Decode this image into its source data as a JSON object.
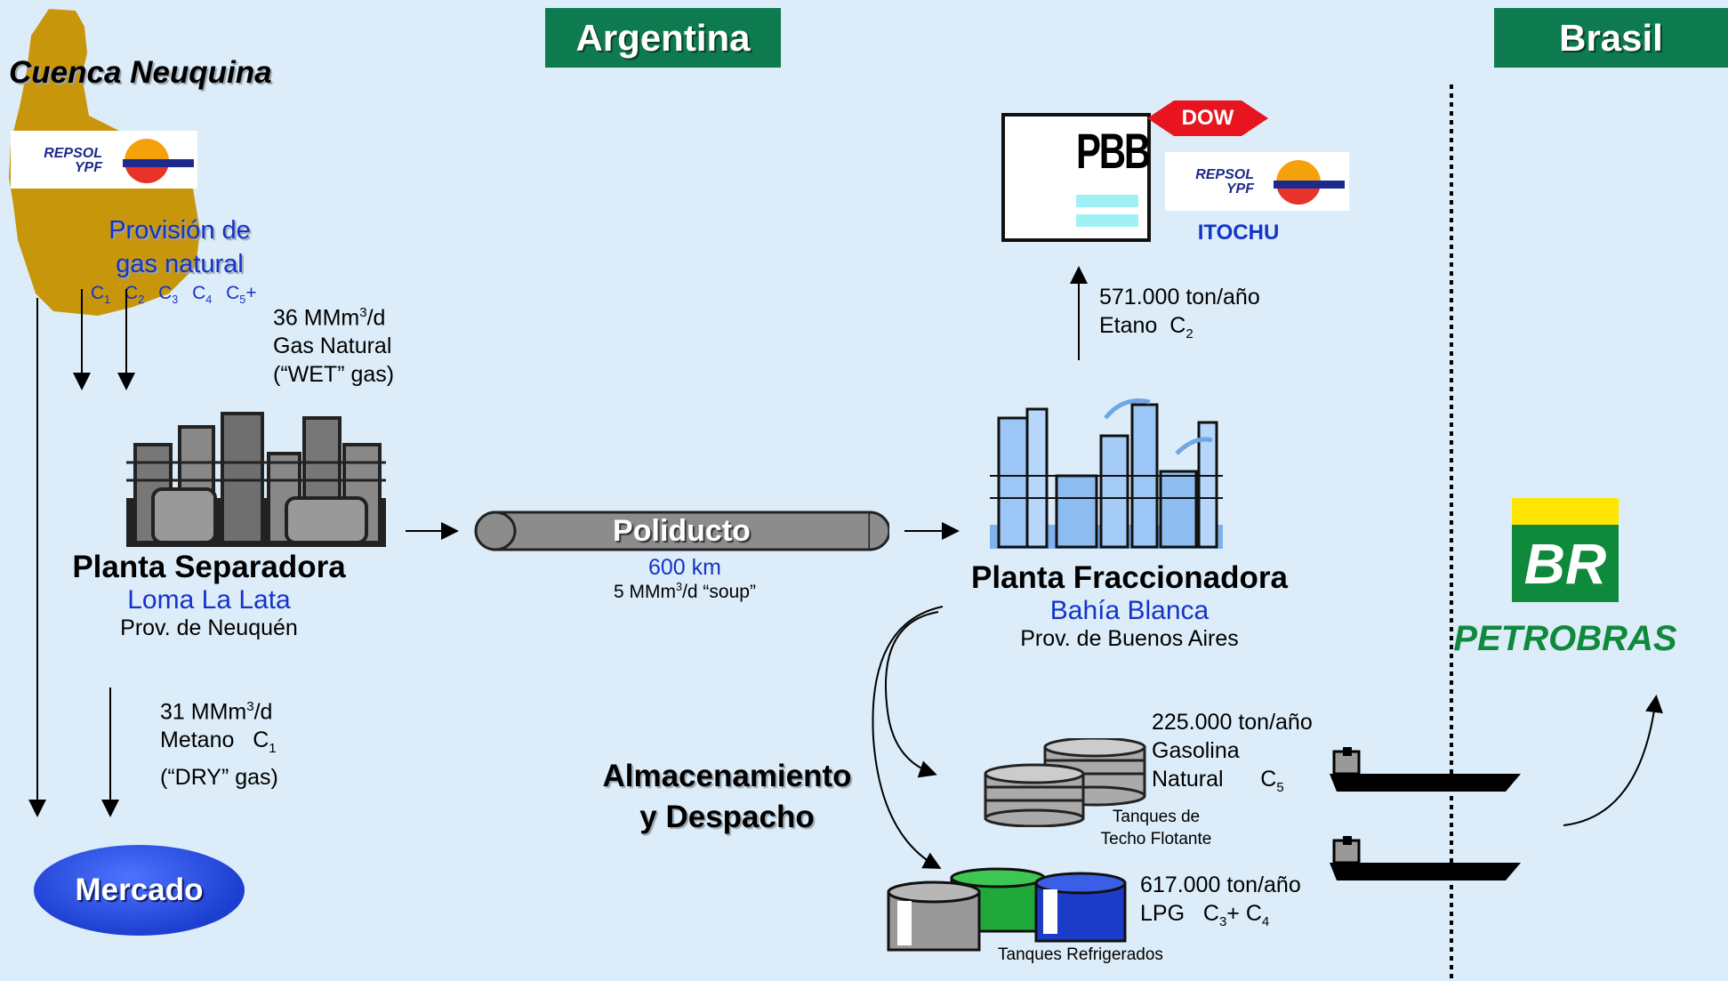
{
  "banners": {
    "argentina": "Argentina",
    "brasil": "Brasil"
  },
  "cuenca": {
    "title": "Cuenca Neuquina",
    "repsol_logo": "REPSOL YPF",
    "provision": [
      "Provisión de",
      "gas natural"
    ],
    "components": [
      "C1",
      "C2",
      "C3",
      "C4",
      "C5+"
    ]
  },
  "wet_gas": {
    "line1_num": "36 MMm",
    "line1_sup": "3",
    "line1_unit": "/d",
    "line2": "Gas Natural",
    "line3": "(“WET” gas)"
  },
  "planta_separadora": {
    "title": "Planta Separadora",
    "location": "Loma La Lata",
    "province": "Prov. de Neuquén"
  },
  "dry_gas": {
    "line1_num": "31 MMm",
    "line1_sup": "3",
    "line1_unit": "/d",
    "line2_label": "Metano",
    "line2_comp": "C",
    "line2_sub": "1",
    "line3": "(“DRY” gas)"
  },
  "mercado": "Mercado",
  "poliducto": {
    "label": "Poliducto",
    "distance": "600 km",
    "flow_num": "5 MMm",
    "flow_sup": "3",
    "flow_unit": "/d “soup”"
  },
  "planta_fraccionadora": {
    "title": "Planta Fraccionadora",
    "location": "Bahía Blanca",
    "province": "Prov. de Buenos Aires"
  },
  "etano": {
    "line1": "571.000 ton/año",
    "line2_label": "Etano",
    "line2_comp": "C",
    "line2_sub": "2"
  },
  "pbb": {
    "logo_text": "PBB",
    "dow": "DOW",
    "repsol_logo": "REPSOL YPF",
    "itochu": "ITOCHU"
  },
  "almacenamiento": [
    "Almacenamiento",
    "y Despacho"
  ],
  "gasolina": {
    "line1": "225.000 ton/año",
    "line2": "Gasolina",
    "line3": "Natural",
    "comp": "C",
    "comp_sub": "5",
    "tanks_label": [
      "Tanques de",
      "Techo Flotante"
    ]
  },
  "lpg": {
    "line1": "617.000 ton/año",
    "label": "LPG",
    "c3": "C",
    "c3_sub": "3",
    "plus": "+",
    "c4": "C",
    "c4_sub": "4",
    "tanks_label": "Tanques Refrigerados"
  },
  "petrobras": {
    "br": "BR",
    "name": "PETROBRAS"
  },
  "colors": {
    "banner": "#0e7a4f",
    "map": "#c8960a",
    "text_blue": "#1534c8",
    "mercado": "#1d3fd0",
    "petrobras_green": "#0f8a3c",
    "petrobras_yellow": "#ffe600"
  }
}
